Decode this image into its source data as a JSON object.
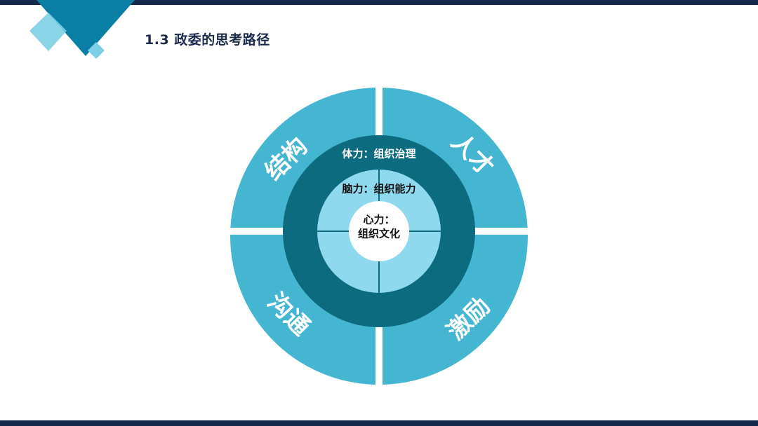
{
  "title": "1.3 政委的思考路径",
  "diagram": {
    "outer": {
      "top_left": "结构",
      "top_right": "人才",
      "bottom_left": "沟通",
      "bottom_right": "激励"
    },
    "ring_body": "体力：组织治理",
    "ring_brain": "脑力：组织能力",
    "core_line1": "心力：",
    "core_line2": "组织文化"
  },
  "colors": {
    "outer_segment": "#45b6d2",
    "dark_ring": "#0d6b80",
    "inner_ring": "#8ed9ee",
    "core": "#ffffff",
    "header_bar": "#13284a",
    "title_text": "#1b2a4a"
  }
}
